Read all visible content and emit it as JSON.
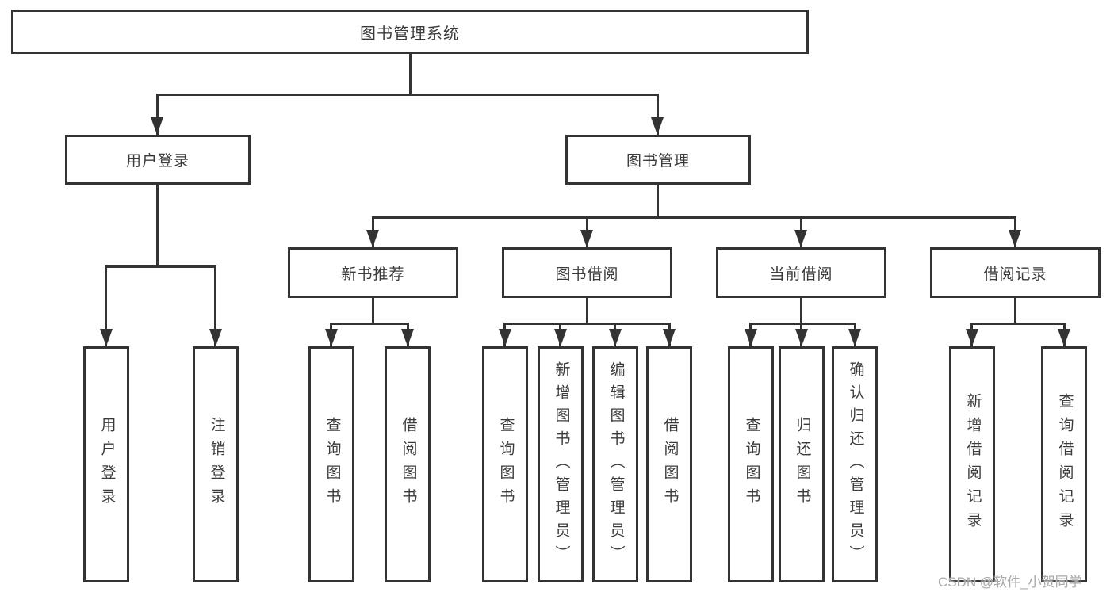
{
  "diagram": {
    "title": "图书管理系统",
    "level2": [
      {
        "label": "用户登录"
      },
      {
        "label": "图书管理"
      }
    ],
    "level3": [
      {
        "label": "新书推荐"
      },
      {
        "label": "图书借阅"
      },
      {
        "label": "当前借阅"
      },
      {
        "label": "借阅记录"
      }
    ],
    "level4": [
      {
        "label": "用户登录"
      },
      {
        "label": "注销登录"
      },
      {
        "label": "查询图书"
      },
      {
        "label": "借阅图书"
      },
      {
        "label": "查询图书"
      },
      {
        "label": "新增图书（管理员）"
      },
      {
        "label": "编辑图书（管理员）"
      },
      {
        "label": "借阅图书"
      },
      {
        "label": "查询图书"
      },
      {
        "label": "归还图书"
      },
      {
        "label": "确认归还（管理员）"
      },
      {
        "label": "新增借阅记录"
      },
      {
        "label": "查询借阅记录"
      }
    ],
    "tree": {
      "图书管理系统": {
        "用户登录": [
          "用户登录",
          "注销登录"
        ],
        "图书管理": {
          "新书推荐": [
            "查询图书",
            "借阅图书"
          ],
          "图书借阅": [
            "查询图书",
            "新增图书（管理员）",
            "编辑图书（管理员）",
            "借阅图书"
          ],
          "当前借阅": [
            "查询图书",
            "归还图书",
            "确认归还（管理员）"
          ],
          "借阅记录": [
            "新增借阅记录",
            "查询借阅记录"
          ]
        }
      }
    }
  },
  "watermark": {
    "text": "CSDN @软件_小贺同学"
  },
  "colors": {
    "line": "#333333",
    "text": "#3b3b3b",
    "watermark": "#a8a8a8",
    "background": "#ffffff"
  }
}
